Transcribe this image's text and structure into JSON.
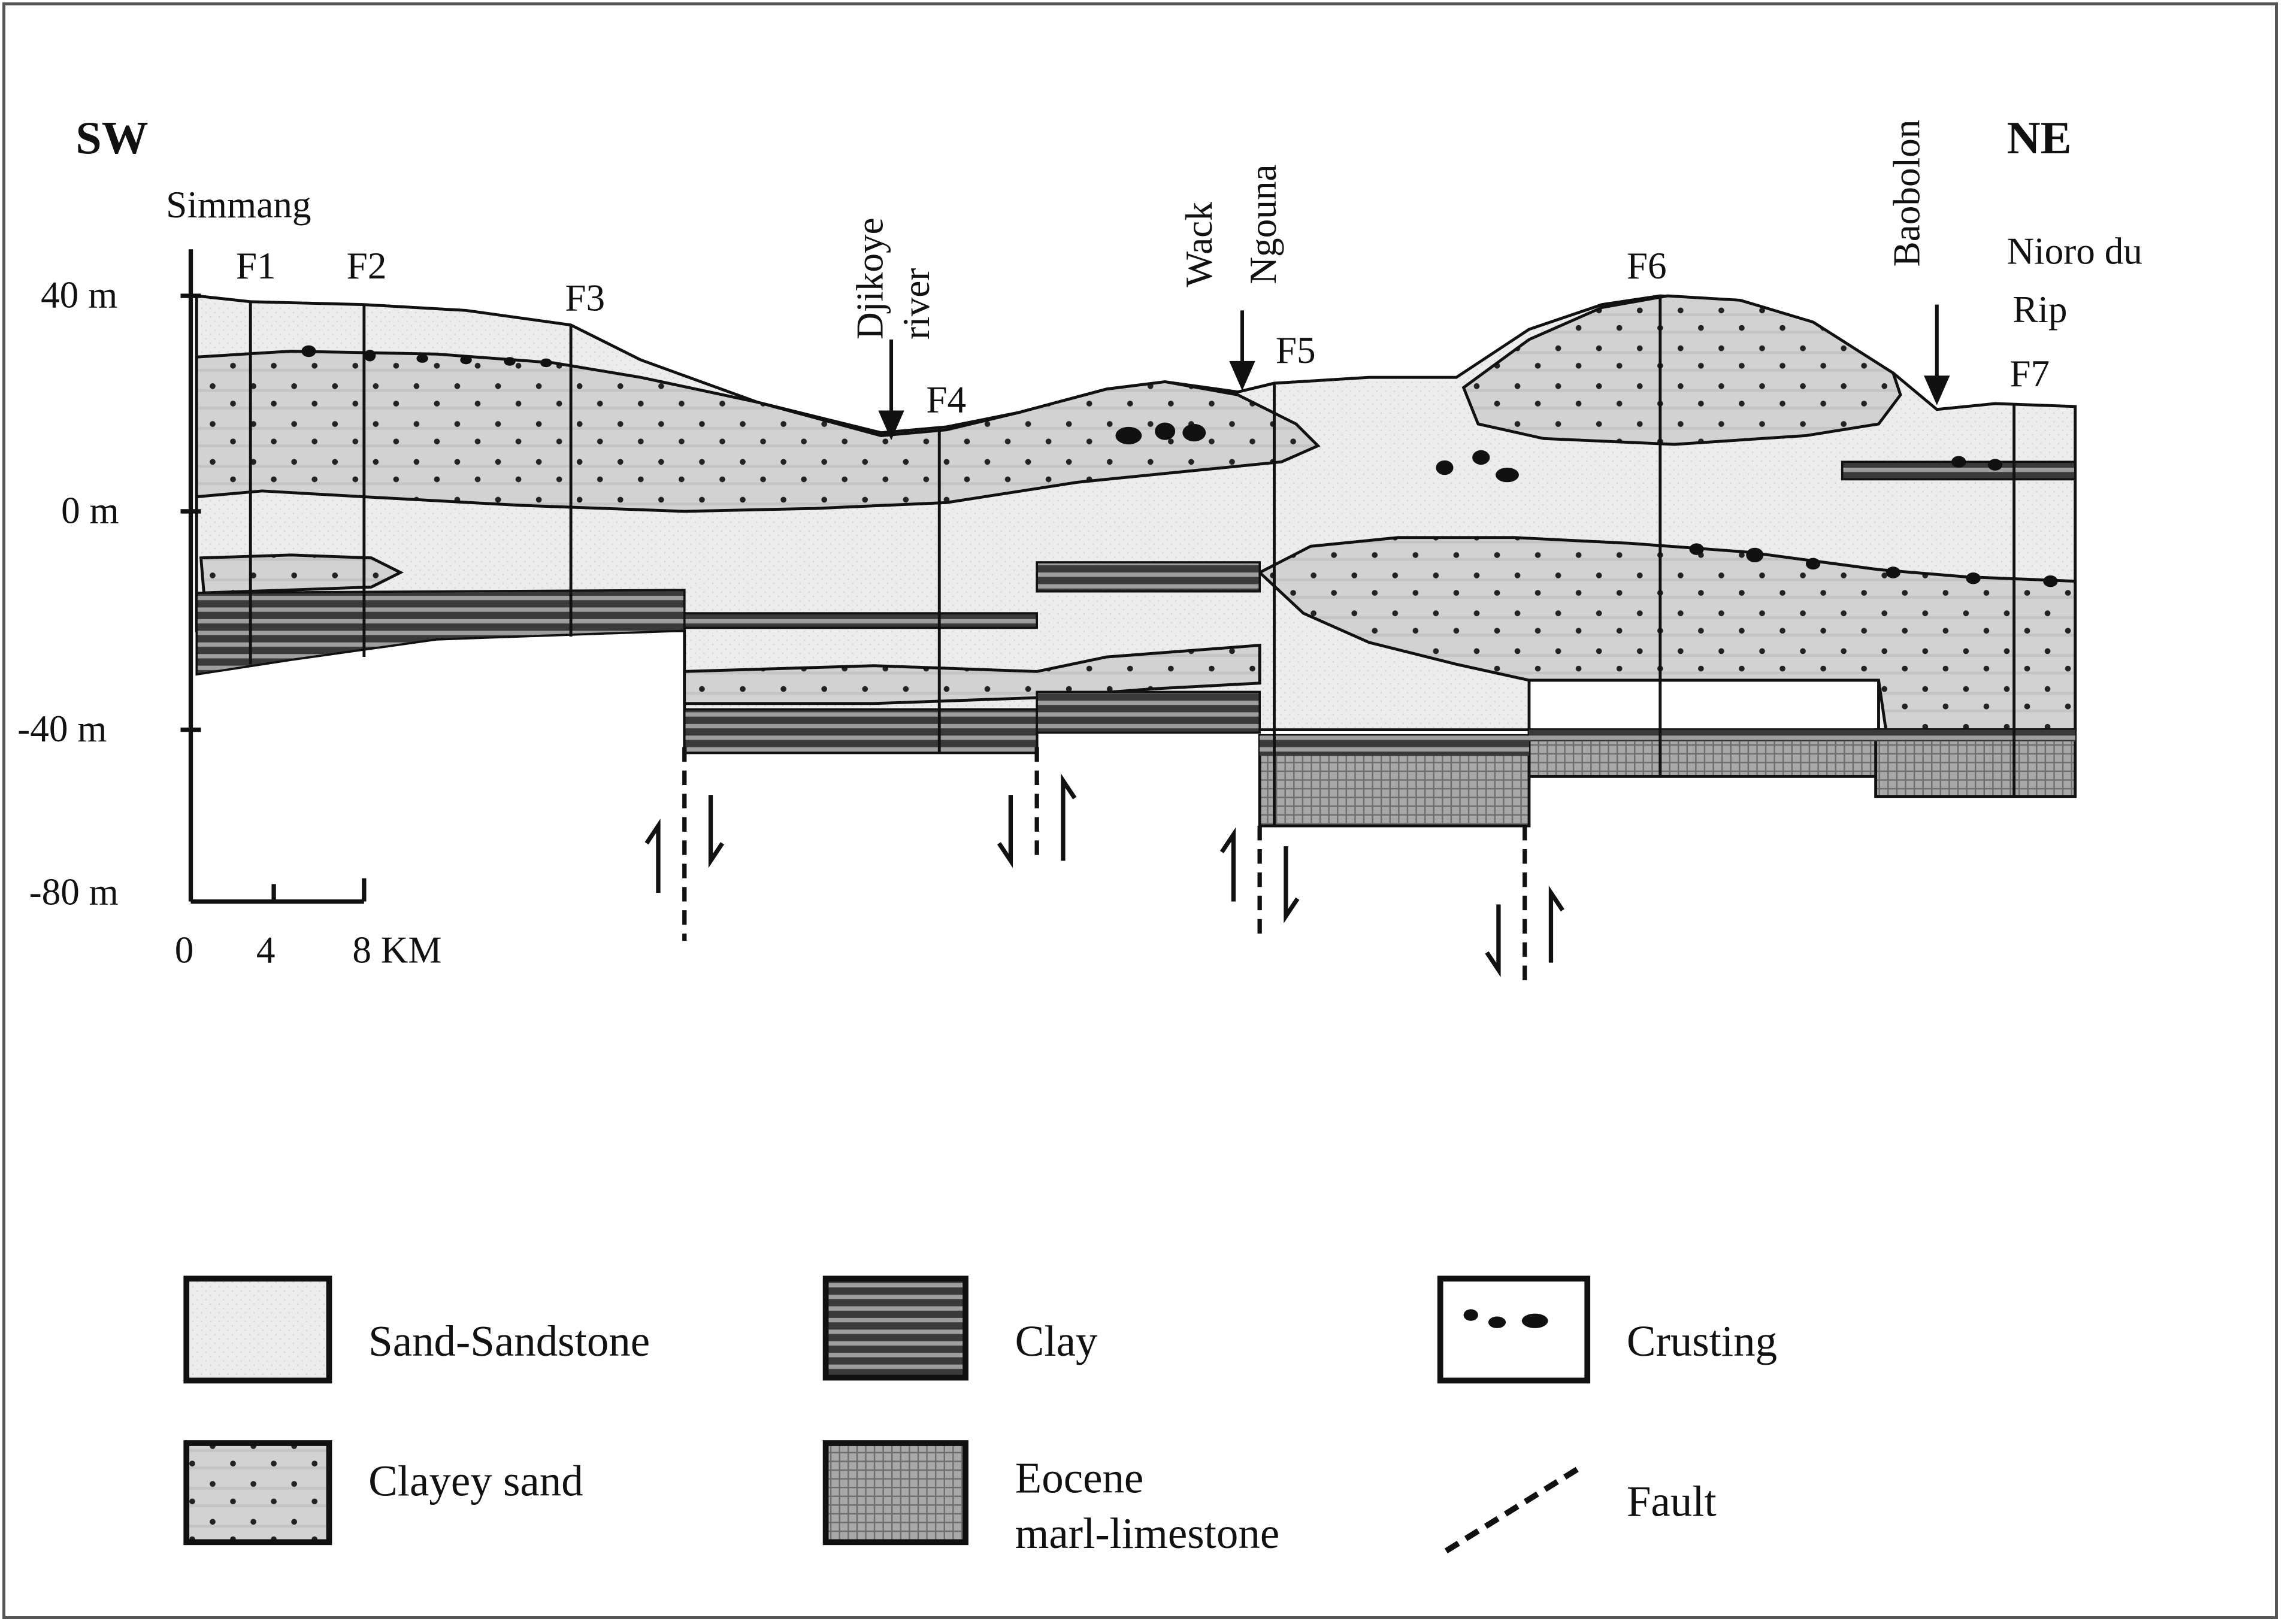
{
  "orientation": {
    "left": "SW",
    "right": "NE"
  },
  "localities": {
    "simmang": "Simmang",
    "djikoye": [
      "Djikoye",
      "river"
    ],
    "wack": "Wack",
    "ngouna": "Ngouna",
    "baobolon": "Baobolon",
    "nioro": [
      "Nioro du",
      "Rip"
    ]
  },
  "wells": [
    "F1",
    "F2",
    "F3",
    "F4",
    "F5",
    "F6",
    "F7"
  ],
  "elevation_axis": [
    "40 m",
    "0 m",
    "-40 m",
    "-80 m"
  ],
  "scale_bar": {
    "labels": [
      "0",
      "4",
      "8 KM"
    ]
  },
  "legend": [
    {
      "id": "sand",
      "label": "Sand-Sandstone"
    },
    {
      "id": "clay",
      "label": "Clay"
    },
    {
      "id": "crust",
      "label": "Crusting"
    },
    {
      "id": "clayey",
      "label": "Clayey sand"
    },
    {
      "id": "eocene",
      "label": [
        "Eocene",
        "marl-limestone"
      ]
    },
    {
      "id": "fault",
      "label": "Fault"
    }
  ],
  "colors": {
    "sand": "#e9e9e9",
    "clayey_sand": "#cfcfcf",
    "clay_dark": "#2a2a2a",
    "clay_light": "#9a9a9a",
    "eocene": "#8f8f8f",
    "line": "#111111"
  }
}
